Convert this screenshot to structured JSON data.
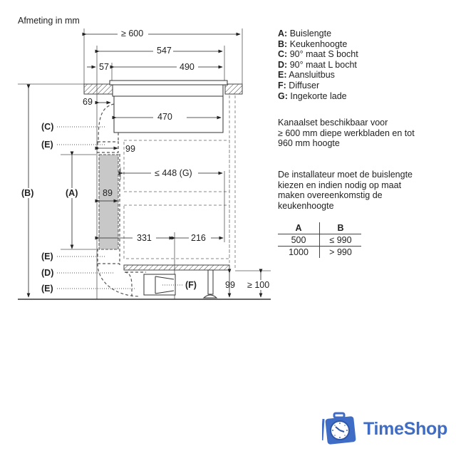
{
  "title": "Afmeting in mm",
  "dimensions": {
    "worktop_depth": "≥ 600",
    "hob_width": "547",
    "offset_left": "57",
    "hob_inner": "490",
    "gap_69": "69",
    "unit_depth": "470",
    "duct_99": "99",
    "drawer": "≤ 448 (G)",
    "duct_width": "89",
    "left_331": "331",
    "right_216": "216",
    "plinth_99": "99",
    "plinth_min": "≥ 100"
  },
  "callouts": {
    "A": "(A)",
    "B": "(B)",
    "C": "(C)",
    "E1": "(E)",
    "E2": "(E)",
    "D": "(D)",
    "E3": "(E)",
    "F": "(F)"
  },
  "legend": [
    {
      "key": "A:",
      "text": "Buislengte"
    },
    {
      "key": "B:",
      "text": "Keukenhoogte"
    },
    {
      "key": "C:",
      "text": "90° maat S bocht"
    },
    {
      "key": "D:",
      "text": "90° maat L bocht"
    },
    {
      "key": "E:",
      "text": "Aansluitbus"
    },
    {
      "key": "F:",
      "text": "Diffuser"
    },
    {
      "key": "G:",
      "text": "Ingekorte lade"
    }
  ],
  "notes": {
    "kit": [
      "Kanaalset beschikbaar voor",
      "≥ 600 mm diepe werkbladen en tot",
      "960 mm hoogte"
    ],
    "installer": [
      "De installateur moet de buislengte",
      "kiezen en indien nodig op maat",
      "maken overeenkomstig de",
      "keukenhoogte"
    ]
  },
  "table": {
    "headers": [
      "A",
      "B"
    ],
    "rows": [
      [
        "500",
        "≤ 990"
      ],
      [
        "1000",
        "> 990"
      ]
    ]
  },
  "brand": {
    "name": "TimeShop",
    "color": "#3f6cc4"
  }
}
